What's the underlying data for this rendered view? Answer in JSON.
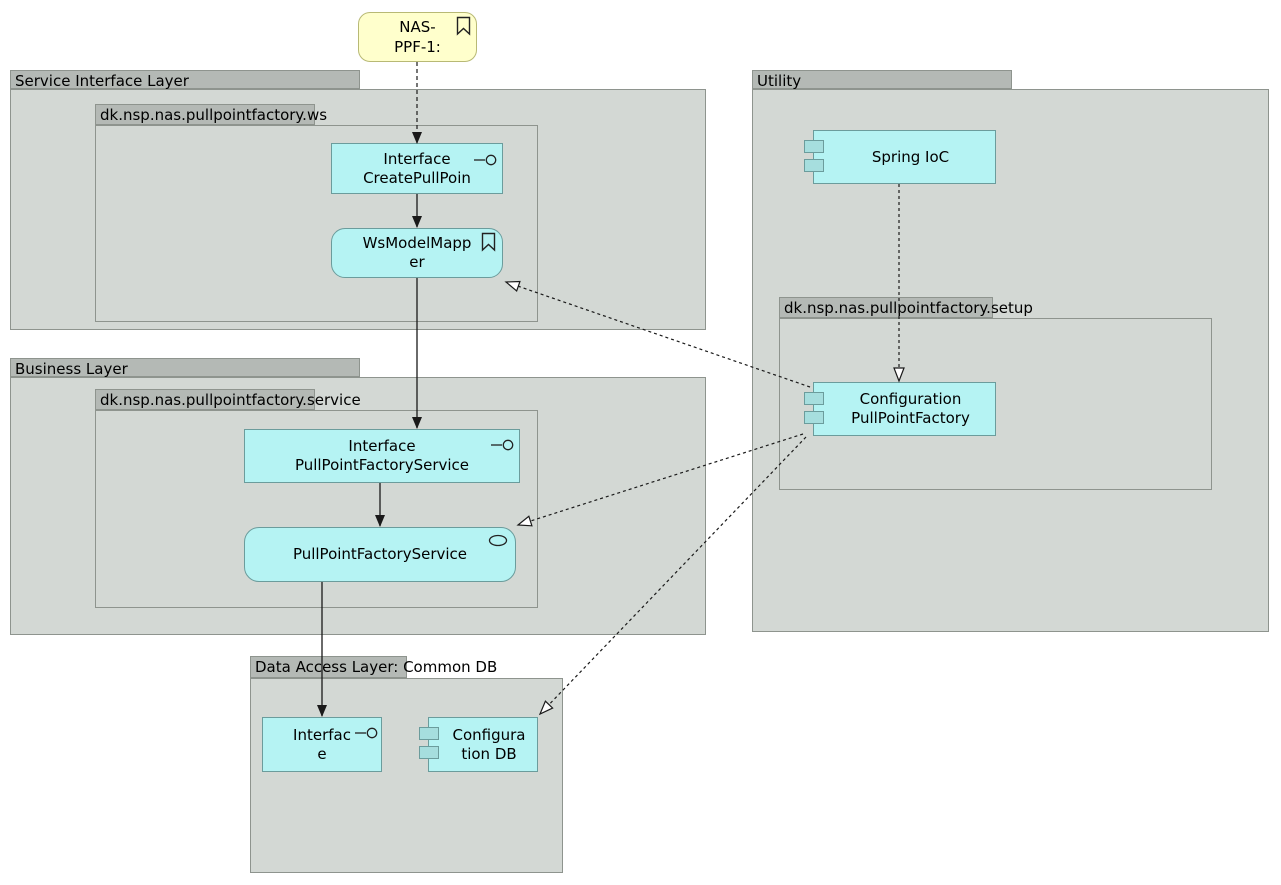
{
  "diagram": {
    "note": {
      "label": "NAS-\nPPF-1:"
    },
    "packages": {
      "service_interface_layer": {
        "title": "Service Interface Layer"
      },
      "ws": {
        "title": "dk.nsp.nas.pullpointfactory.ws"
      },
      "business_layer": {
        "title": "Business Layer"
      },
      "service": {
        "title": "dk.nsp.nas.pullpointfactory.service"
      },
      "utility": {
        "title": "Utility"
      },
      "setup": {
        "title": "dk.nsp.nas.pullpointfactory.setup"
      },
      "data_access_layer": {
        "title": "Data Access Layer: Common DB"
      }
    },
    "components": {
      "create_pull_point": {
        "label": "Interface\nCreatePullPoin",
        "icon": "interface-lollipop"
      },
      "ws_model_mapper": {
        "label": "WsModelMapp\ner",
        "icon": "bookmark"
      },
      "interface_pull_point_factory_service": {
        "label": "Interface\nPullPointFactoryService",
        "icon": "interface-lollipop"
      },
      "pull_point_factory_service": {
        "label": "PullPointFactoryService",
        "icon": "ellipse"
      },
      "spring_ioc": {
        "label": "Spring IoC",
        "icon": "component-ports"
      },
      "configuration_pull_point_factory": {
        "label": "Configuration\nPullPointFactory",
        "icon": "component-ports"
      },
      "dal_interface": {
        "label": "Interfac\ne",
        "icon": "interface-lollipop"
      },
      "configuration_db": {
        "label": "Configura\ntion DB",
        "icon": "component-ports"
      }
    },
    "edges": [
      {
        "from": "NAS-PPF-1 note",
        "to": "Interface CreatePullPoin",
        "line": "dashed",
        "arrowhead": "filled"
      },
      {
        "from": "Interface CreatePullPoin",
        "to": "WsModelMapper",
        "line": "solid",
        "arrowhead": "filled"
      },
      {
        "from": "WsModelMapper",
        "to": "Interface PullPointFactoryService",
        "line": "solid",
        "arrowhead": "filled"
      },
      {
        "from": "Interface PullPointFactoryService",
        "to": "PullPointFactoryService",
        "line": "solid",
        "arrowhead": "filled"
      },
      {
        "from": "PullPointFactoryService",
        "to": "Interface (Data Access Layer)",
        "line": "solid",
        "arrowhead": "filled"
      },
      {
        "from": "Spring IoC",
        "to": "Configuration PullPointFactory",
        "line": "dashed",
        "arrowhead": "hollow"
      },
      {
        "from": "Configuration PullPointFactory",
        "to": "WsModelMapper",
        "line": "dashed",
        "arrowhead": "hollow"
      },
      {
        "from": "Configuration PullPointFactory",
        "to": "PullPointFactoryService",
        "line": "dashed",
        "arrowhead": "hollow"
      },
      {
        "from": "Configuration PullPointFactory",
        "to": "Configuration DB",
        "line": "dashed",
        "arrowhead": "hollow"
      }
    ]
  },
  "colors": {
    "canvas": "#ffffff",
    "package_fill": "#d3d8d4",
    "package_tab_fill": "#b4b9b5",
    "package_border": "#8e948e",
    "component_fill": "#b5f3f3",
    "component_border": "#6b9c9c",
    "component_port_fill": "#a6dede",
    "note_fill": "#ffffcc",
    "note_border": "#b8b975",
    "line_color": "#1a1a1a",
    "text_color": "#000000"
  }
}
